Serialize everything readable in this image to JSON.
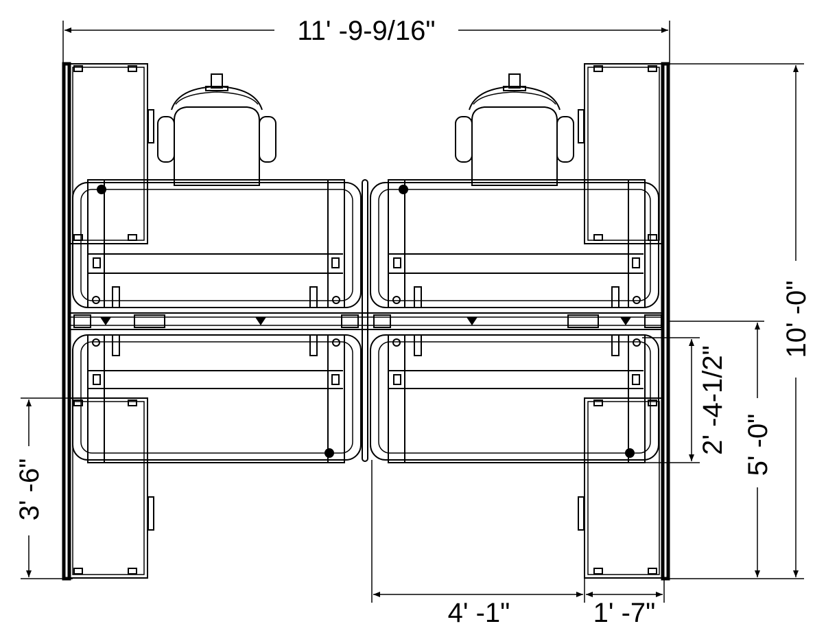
{
  "dimensions": {
    "overall_width": "11' -9-9/16\"",
    "overall_depth": "10' -0\"",
    "half_depth": "5' -0\"",
    "worksurface_depth": "2' -4-1/2\"",
    "return_length": "3' -6\"",
    "desk_width": "4' -1\"",
    "return_width": "1' -7\""
  }
}
